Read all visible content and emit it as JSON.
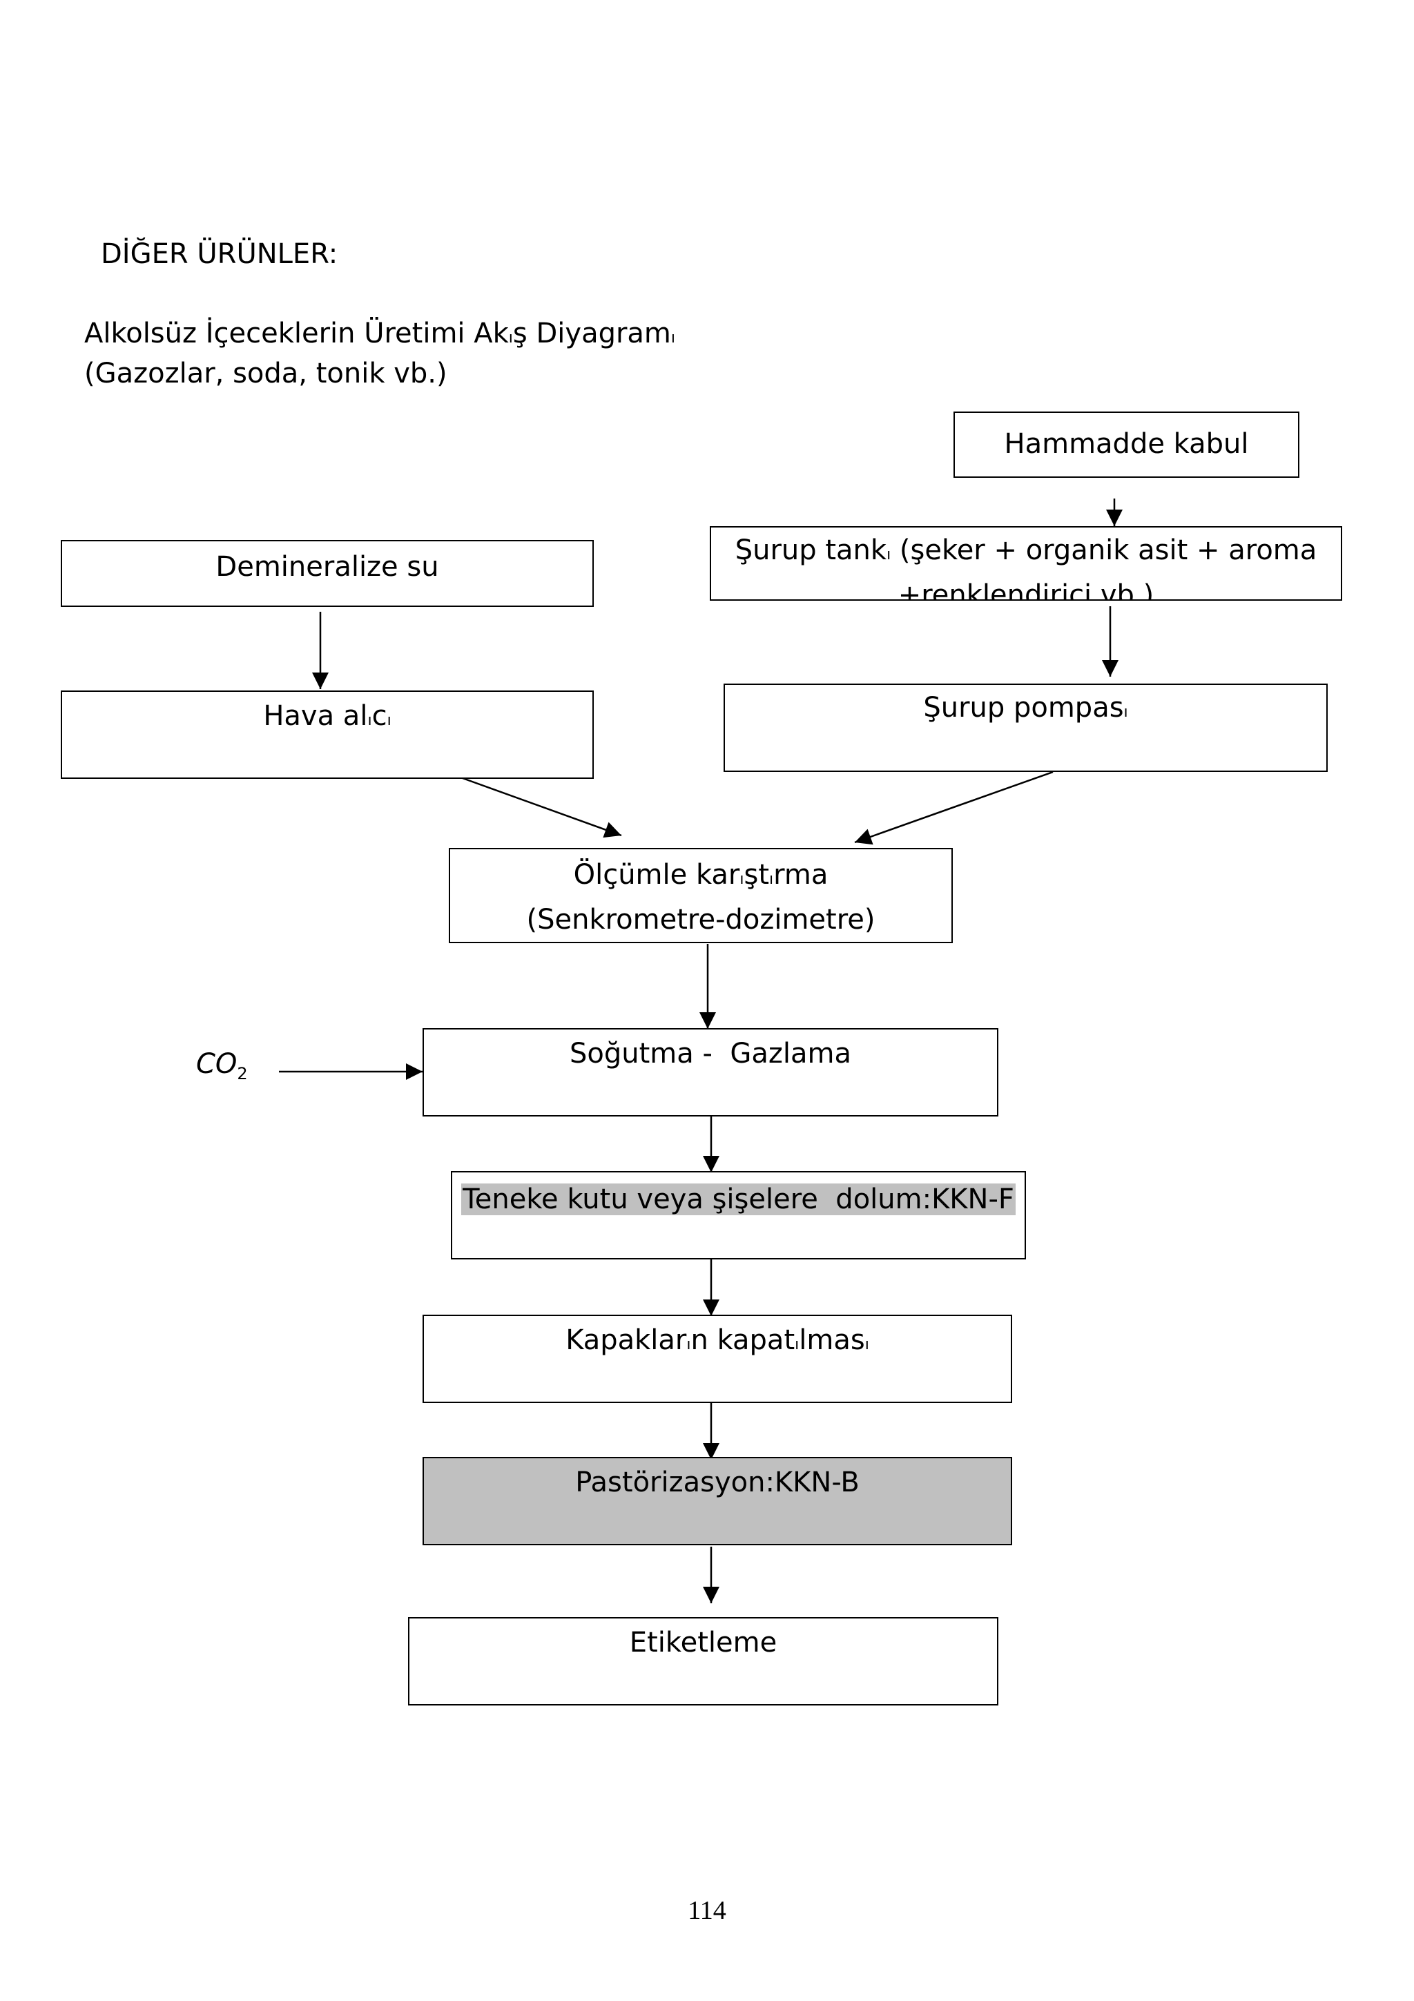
{
  "section_title": "DİĞER ÜRÜNLER:",
  "diagram_title": {
    "line1_before": "Alkolsüz İçeceklerin Üretimi Ak",
    "line1_mid": "ı",
    "line1_after": "ş Diyagram",
    "line1_end": "ı",
    "line2": "(Gazozlar, soda, tonik vb.)"
  },
  "nodes": {
    "hammadde": "Hammadde kabul",
    "demineralize": "Demineralize su",
    "surup_tank": {
      "a": "Şurup tank",
      "b": "ı",
      "c": " (şeker + organik asit + aroma",
      "line2": "+renklendirici vb.)"
    },
    "hava": {
      "a": "Hava al",
      "b": "ı",
      "c": "c",
      "d": "ı"
    },
    "surup_pompa": {
      "a": "Şurup pompas",
      "b": "ı"
    },
    "olcumle": {
      "a": "Ölçümle kar",
      "b": "ı",
      "c": "şt",
      "d": "ı",
      "e": "rma",
      "line2": "(Senkrometre-dozimetre)"
    },
    "sogutma": "Soğutma -  Gazlama",
    "dolum": "Teneke kutu veya şişelere  dolum:KKN-F",
    "kapak": {
      "a": "Kapaklar",
      "b": "ı",
      "c": "n kapat",
      "d": "ı",
      "e": "lmas",
      "f": "ı"
    },
    "pastorizasyon": "Pastörizasyon:KKN-B",
    "etiketleme": "Etiketleme"
  },
  "co2": {
    "base": "CO",
    "sub": "2"
  },
  "page_number": "114"
}
